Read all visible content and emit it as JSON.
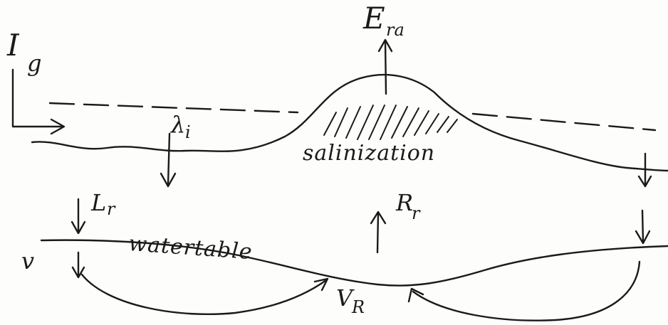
{
  "diagram": {
    "labels": {
      "ig_main": "I",
      "ig_sub": "g",
      "era_main": "E",
      "era_sub": "ra",
      "lambda_main": "λ",
      "lambda_sub": "i",
      "salinization": "salinization",
      "lr_main": "L",
      "lr_sub": "r",
      "rr_main": "R",
      "rr_sub": "r",
      "watertable": "watertable",
      "v": "v",
      "vr_main": "V",
      "vr_sub": "R"
    },
    "colors": {
      "ink": "#1a1a1a",
      "paper": "#fdfdfb"
    }
  }
}
